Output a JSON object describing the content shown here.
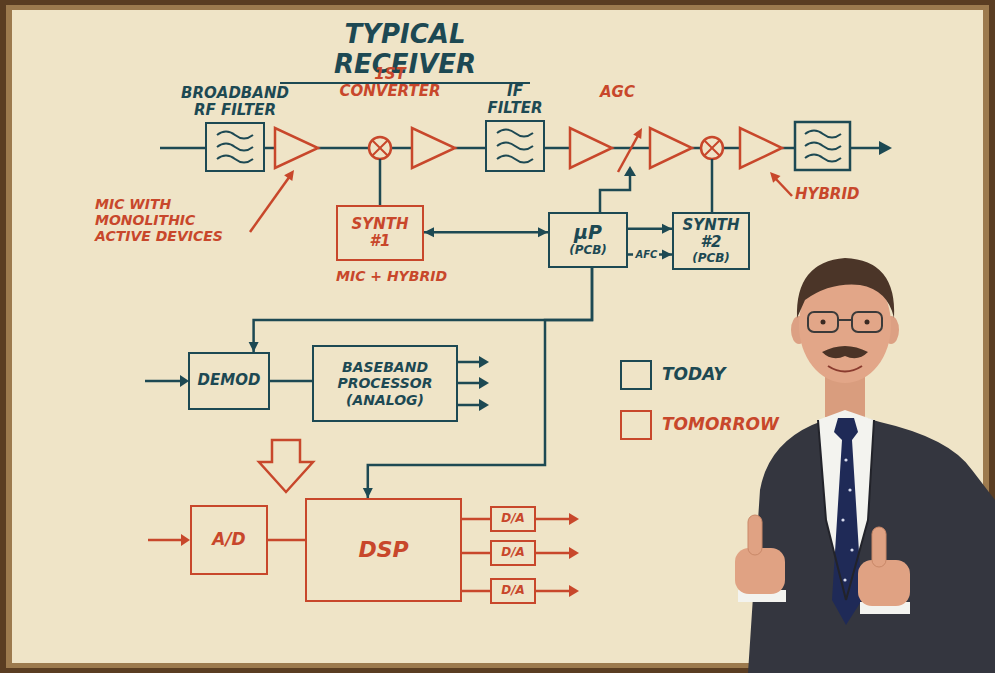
{
  "diagram": {
    "title": "TYPICAL RECEIVER",
    "nodes": [
      {
        "text": [
          "BROADBAND RF FILTER"
        ]
      },
      {
        "text": [
          "IF FILTER"
        ]
      },
      {
        "text": [
          "SYNTH #1"
        ]
      },
      {
        "text": [
          "µP",
          "(PCB)"
        ]
      },
      {
        "text": [
          "SYNTH #2",
          "(PCB)"
        ]
      },
      {
        "text": [
          "DEMOD"
        ]
      },
      {
        "text": [
          "BASEBAND PROCESSOR (ANALOG)"
        ]
      },
      {
        "text": [
          "A/D"
        ]
      },
      {
        "text": [
          "DSP"
        ]
      },
      {
        "text": [
          "D/A"
        ]
      },
      {
        "text": [
          "D/A"
        ]
      },
      {
        "text": [
          "D/A"
        ]
      }
    ],
    "edges": [
      {
        "from": 3,
        "to": 2,
        "arrow": "both"
      },
      {
        "from": 3,
        "to": 4,
        "arrow": "to"
      },
      {
        "from": 3,
        "to": 4,
        "arrow": "to",
        "label": "AFC"
      },
      {
        "from": 3,
        "to": 5,
        "arrow": "to"
      },
      {
        "from": 3,
        "to": 8,
        "arrow": "to"
      },
      {
        "from": 5,
        "to": 6,
        "arrow": "none"
      },
      {
        "from": 7,
        "to": 8,
        "arrow": "none"
      },
      {
        "from": 8,
        "to": 9,
        "arrow": "none"
      },
      {
        "from": 8,
        "to": 10,
        "arrow": "none"
      },
      {
        "from": 8,
        "to": 11,
        "arrow": "none"
      }
    ],
    "labels": [
      "1ST CONVERTER",
      "AGC",
      "MIC WITH MONOLITHIC ACTIVE DEVICES",
      "MIC + HYBRID",
      "HYBRID"
    ],
    "legend": [
      {
        "text": "TODAY",
        "color": "#1d4953"
      },
      {
        "text": "TOMORROW",
        "color": "#c8472b"
      }
    ]
  }
}
